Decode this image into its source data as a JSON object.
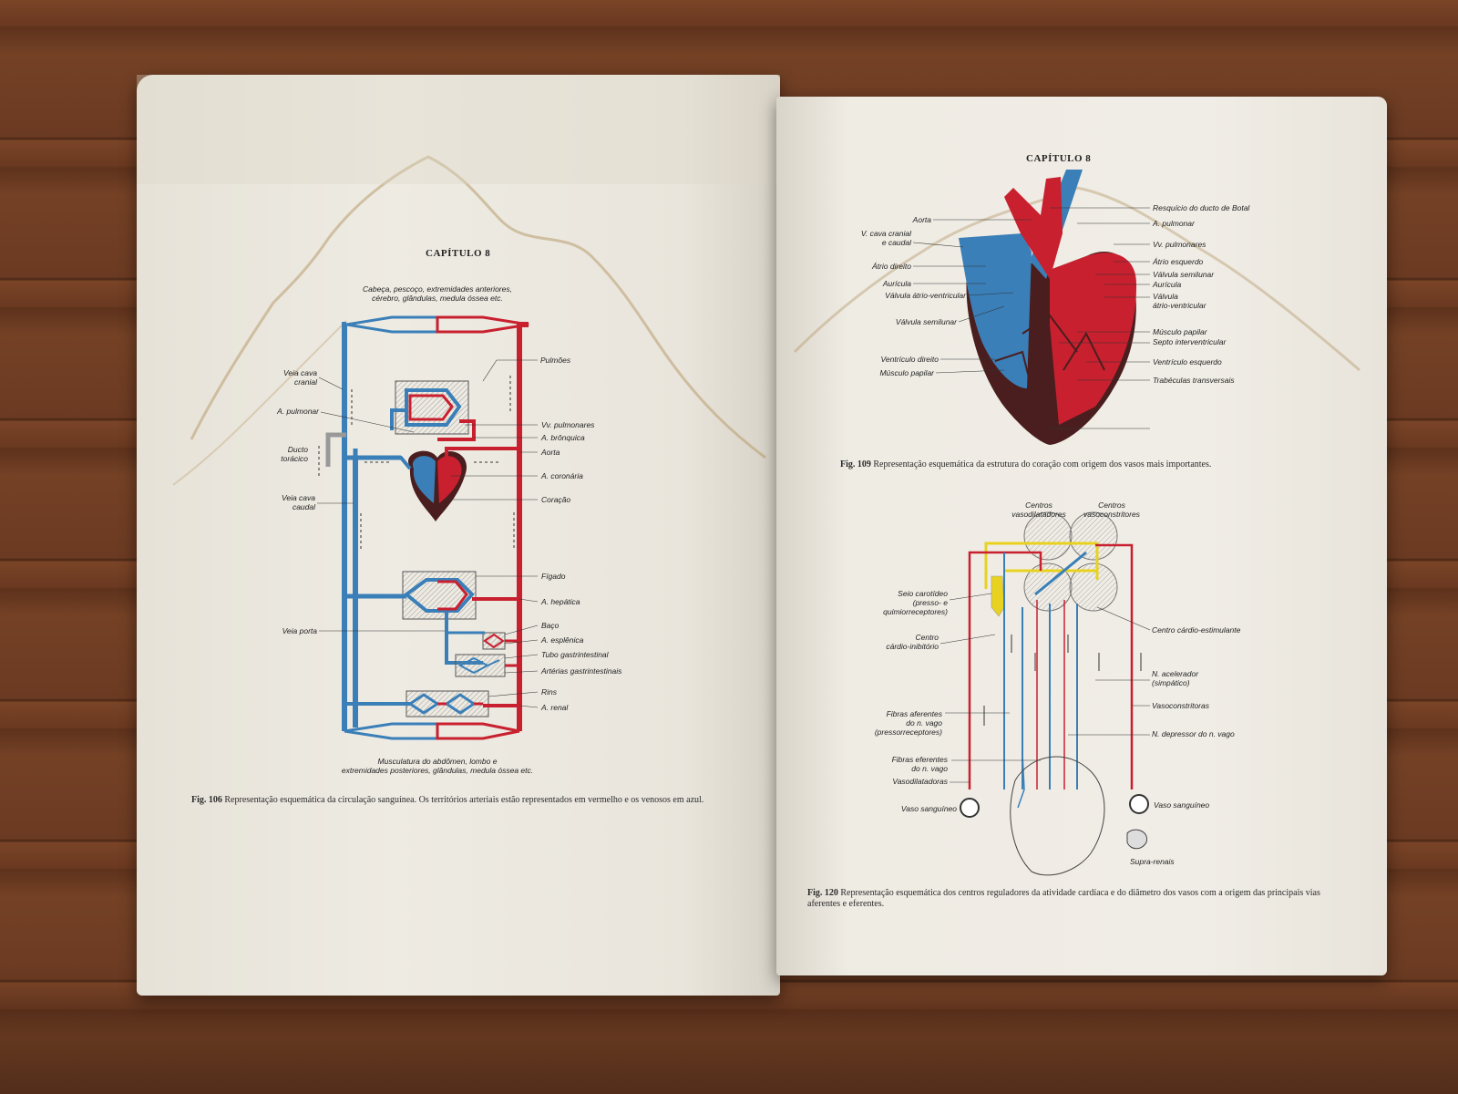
{
  "left_page": {
    "chapter": "CAPÍTULO 8",
    "top_label_1": "Cabeça, pescoço, extremidades anteriores,",
    "top_label_2": "cérebro, glândulas, medula óssea etc.",
    "labels": {
      "pulmoes": "Pulmões",
      "veia_cava_cranial_1": "Veia cava",
      "veia_cava_cranial_2": "cranial",
      "a_pulmonar": "A. pulmonar",
      "vv_pulmonares": "Vv. pulmonares",
      "a_bronquica": "A. brônquica",
      "ducto_toracico_1": "Ducto",
      "ducto_toracico_2": "torácico",
      "aorta": "Aorta",
      "a_coronaria": "A. coronária",
      "veia_cava_caudal_1": "Veia cava",
      "veia_cava_caudal_2": "caudal",
      "coracao": "Coração",
      "figado": "Fígado",
      "a_hepatica": "A. hepática",
      "veia_porta": "Veia porta",
      "baco": "Baço",
      "a_esplenica": "A. esplênica",
      "tubo_gastrintestinal": "Tubo gastrintestinal",
      "arterias_gastrintestinais": "Artérias gastrintestinais",
      "rins": "Rins",
      "a_renal": "A. renal"
    },
    "bottom_label_1": "Musculatura do abdômen, lombo e",
    "bottom_label_2": "extremidades posteriores, glândulas, medula óssea etc.",
    "caption_fig": "Fig. 106",
    "caption_text": "Representação esquemática da circulação sanguínea. Os territórios arteriais estão representados em vermelho e os venosos em azul."
  },
  "right_page": {
    "chapter": "CAPÍTULO 8",
    "heart_labels_left": {
      "aorta": "Aorta",
      "v_cava_1": "V. cava cranial",
      "v_cava_2": "e caudal",
      "atrio_direito": "Átrio direito",
      "auricula": "Aurícula",
      "valvula_av": "Válvula átrio-ventricular",
      "valvula_semilunar": "Válvula semilunar",
      "ventriculo_direito": "Ventrículo direito",
      "musculo_papilar": "Músculo papilar"
    },
    "heart_labels_right": {
      "resquicio": "Resquício do ducto de Botal",
      "a_pulmonar": "A. pulmonar",
      "vv_pulmonares": "Vv. pulmonares",
      "atrio_esquerdo": "Átrio esquerdo",
      "valvula_semilunar": "Válvula semilunar",
      "auricula": "Aurícula",
      "valvula_av_1": "Válvula",
      "valvula_av_2": "átrio-ventricular",
      "musculo_papilar": "Músculo papilar",
      "septo": "Septo interventricular",
      "ventriculo_esquerdo": "Ventrículo esquerdo",
      "trabeculas": "Trabéculas transversais"
    },
    "caption1_fig": "Fig. 109",
    "caption1_text": "Representação esquemática da estrutura do coração com origem dos vasos mais importantes.",
    "reg_labels": {
      "centros_vasodilatadores_1": "Centros",
      "centros_vasodilatadores_2": "vasodilatadores",
      "centros_vasoconstritores_1": "Centros",
      "centros_vasoconstritores_2": "vasoconstritores",
      "seio_carotideo_1": "Seio carotídeo",
      "seio_carotideo_2": "(presso- e",
      "seio_carotideo_3": "quimiorreceptores)",
      "centro_cardio_inibitorio_1": "Centro",
      "centro_cardio_inibitorio_2": "cárdio-inibitório",
      "centro_cardio_estimulante": "Centro cárdio-estimulante",
      "n_acelerador_1": "N. acelerador",
      "n_acelerador_2": "(simpático)",
      "vasoconstritoras": "Vasoconstritoras",
      "fibras_aferentes_1": "Fibras aferentes",
      "fibras_aferentes_2": "do n. vago",
      "fibras_aferentes_3": "(pressorreceptores)",
      "n_depressor": "N. depressor do n. vago",
      "fibras_eferentes_1": "Fibras eferentes",
      "fibras_eferentes_2": "do n. vago",
      "vasodilatadoras": "Vasodilatadoras",
      "vaso_sanguineo_left": "Vaso sanguíneo",
      "vaso_sanguineo_right": "Vaso sanguíneo",
      "supra_renais": "Supra-renais"
    },
    "caption2_fig": "Fig. 120",
    "caption2_text": "Representação esquemática dos centros reguladores da atividade cardíaca e do diâmetro dos vasos com a origem das principais vias aferentes e eferentes."
  },
  "colors": {
    "artery_red": "#c8202e",
    "vein_blue": "#3a7fb8",
    "nerve_yellow": "#e8d21f",
    "heart_dark": "#4a1e1e",
    "paper": "#ece9e1"
  }
}
